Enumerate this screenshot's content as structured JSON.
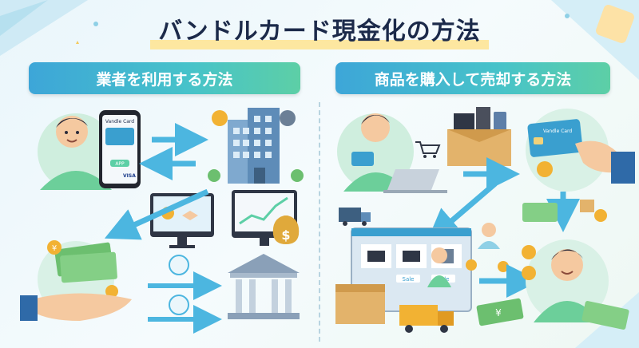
{
  "title": "バンドルカード現金化の方法",
  "sections": {
    "left": {
      "heading": "業者を利用する方法"
    },
    "right": {
      "heading": "商品を購入して売却する方法"
    }
  },
  "left_illustration": {
    "phone": {
      "card_brand": "Vandle Card",
      "app_label": "APP",
      "card_network": "VISA"
    },
    "money_symbol": "¥",
    "bag_symbol": "$"
  },
  "right_illustration": {
    "card_brand": "Vandle Card",
    "tab_left": "Sale",
    "tab_right": "Sale",
    "money_symbol": "¥"
  },
  "colors": {
    "accent_blue": "#3da6d8",
    "accent_teal": "#47c3c9",
    "accent_green": "#5dcfa6",
    "arrow": "#4cb6e0",
    "money": "#6cbf6f",
    "coin": "#f2b233"
  }
}
